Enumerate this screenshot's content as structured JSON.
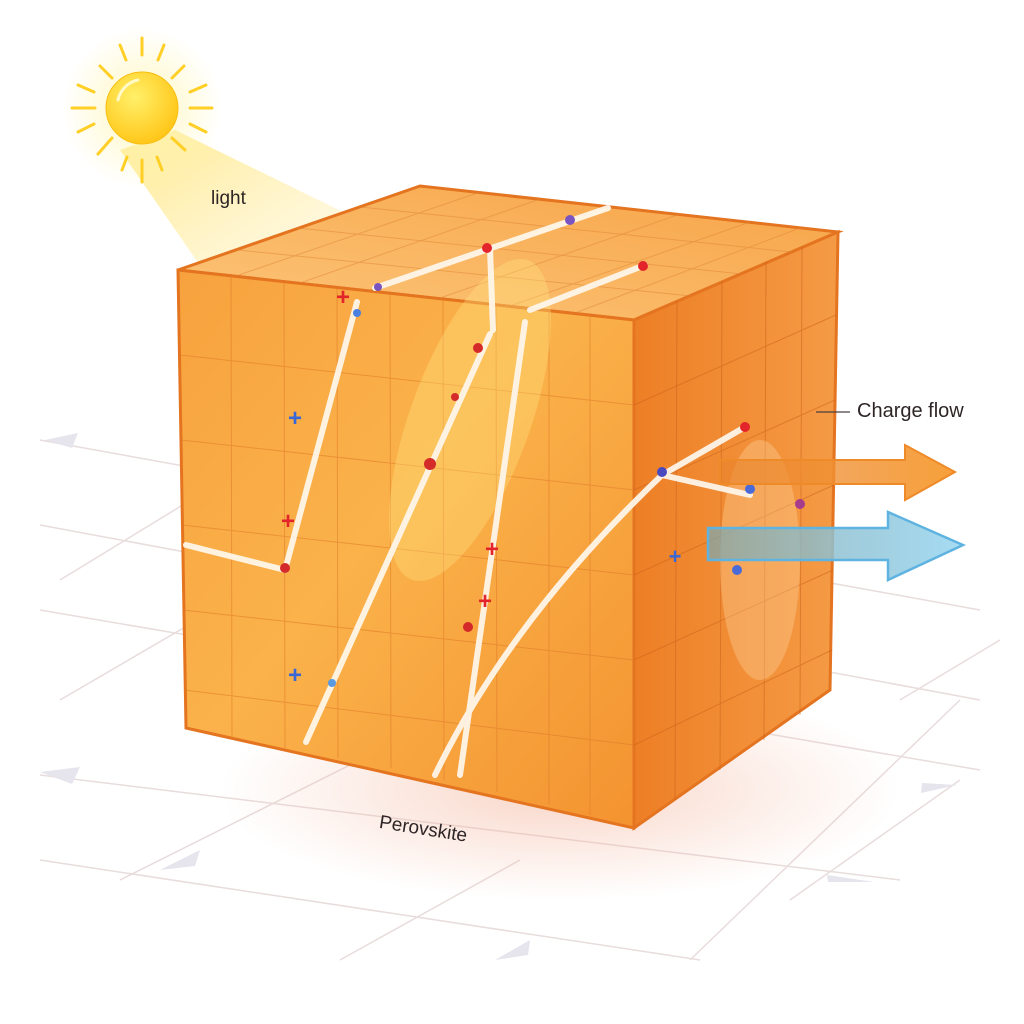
{
  "diagram": {
    "labels": {
      "light": "light",
      "charge_flow": "Charge flow",
      "material": "Perovskite"
    },
    "elements": {
      "light_source": "sun-icon",
      "crystal": "perovskite-cube",
      "arrows": [
        "orange-charge-arrow",
        "blue-charge-arrow"
      ],
      "charges": [
        "positive-charge-red",
        "positive-charge-blue",
        "electron-dot-red",
        "electron-dot-blue"
      ]
    },
    "colors": {
      "cube_orange": "#f5962e",
      "cube_edge": "#e0701c",
      "sun_yellow": "#ffd21f",
      "orange_arrow": "#f4952e",
      "blue_arrow": "#8fd0ef",
      "positive_red": "#e3242b",
      "positive_blue": "#3a67d6",
      "grid_floor": "#e9dede"
    }
  }
}
